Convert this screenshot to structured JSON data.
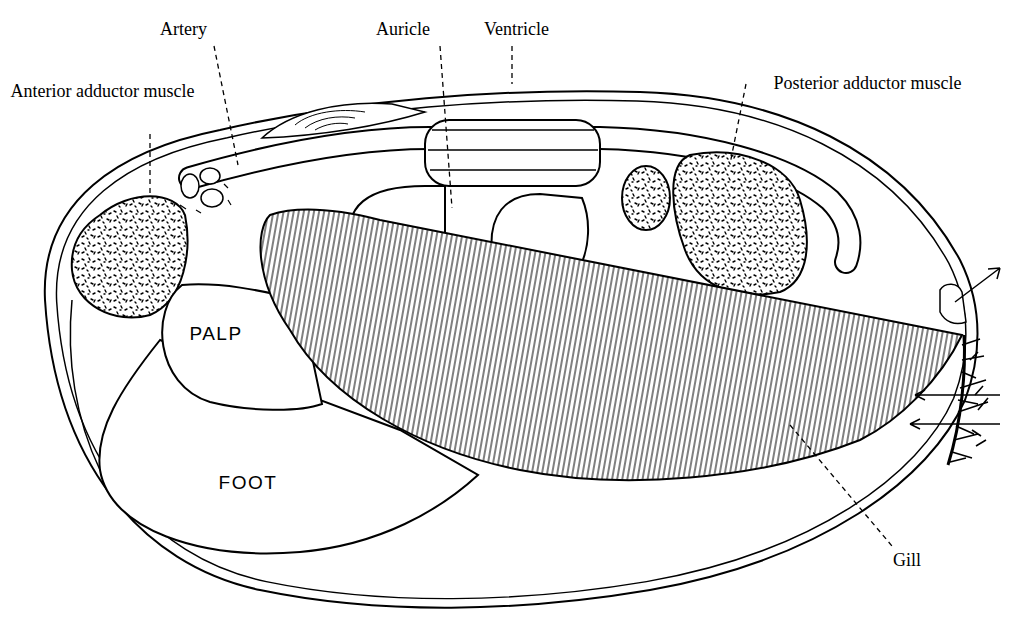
{
  "diagram": {
    "nodes": [
      {
        "text": [
          "PALP"
        ]
      },
      {
        "text": [
          "FOOT"
        ]
      }
    ],
    "labels": [
      "Anterior adductor muscle",
      "Artery",
      "Auricle",
      "Ventricle",
      "Posterior adductor muscle",
      "Gill"
    ]
  }
}
